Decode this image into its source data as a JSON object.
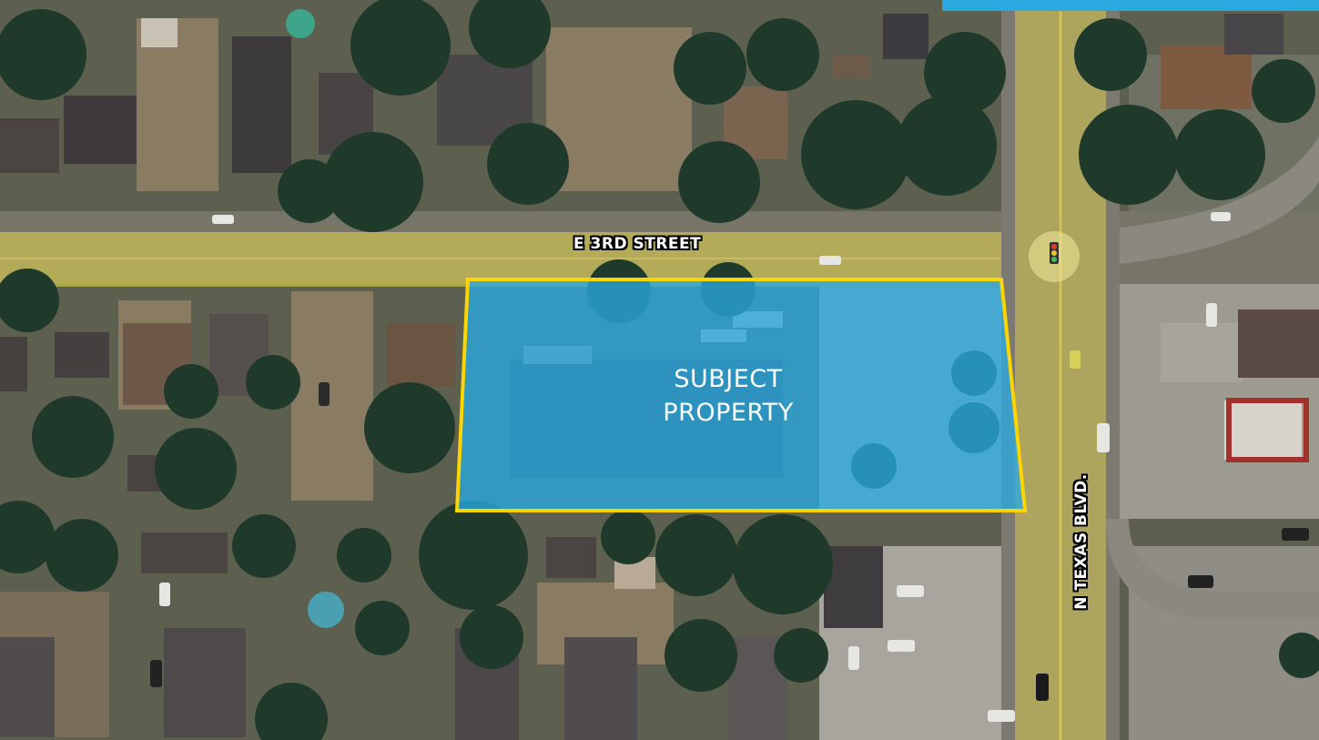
{
  "map": {
    "subject_label_line1": "SUBJECT",
    "subject_label_line2": "PROPERTY",
    "streets": {
      "east_west": "E 3RD STREET",
      "north_south": "N TEXAS BLVD."
    },
    "colors": {
      "highlight_fill": "#29a9e0",
      "highlight_border": "#ffd400",
      "street_highlight": "#e8d94a",
      "top_accent": "#29a9e0"
    },
    "icons": [
      "traffic-light-icon"
    ]
  }
}
